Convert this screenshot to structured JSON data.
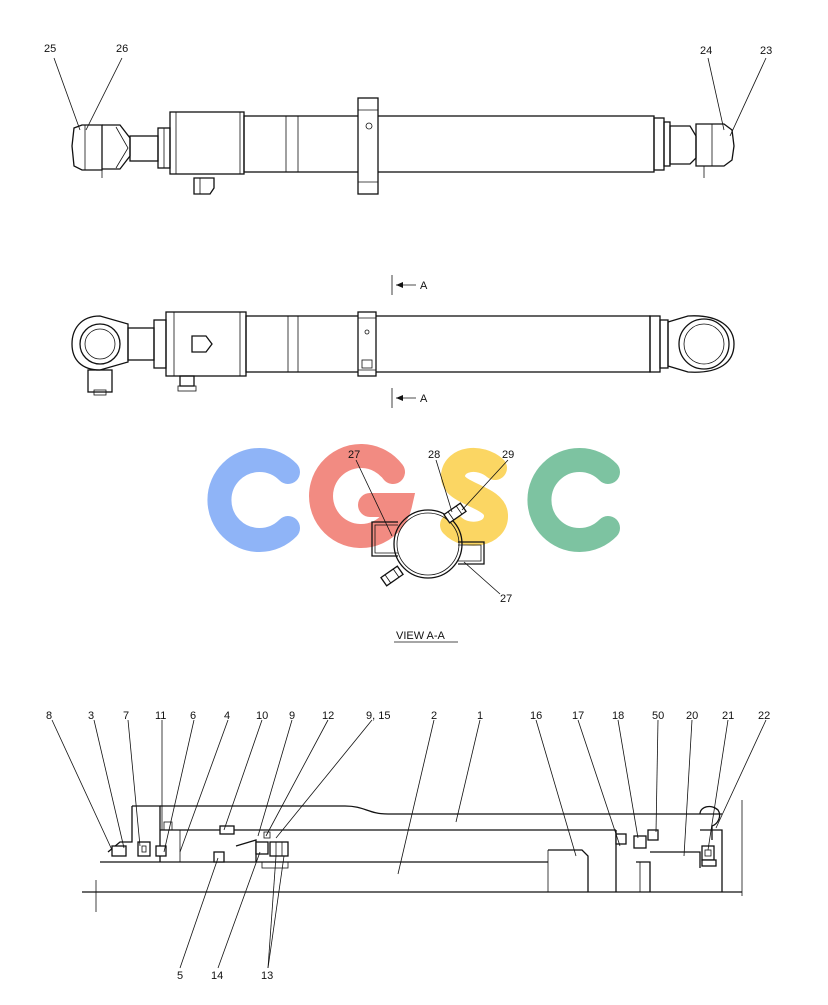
{
  "watermark": {
    "text": "CGSC",
    "letters": [
      {
        "char": "C",
        "color": "#8fb4f7"
      },
      {
        "char": "G",
        "color": "#f28b82"
      },
      {
        "char": "S",
        "color": "#fbd663"
      },
      {
        "char": "C",
        "color": "#7dc3a1"
      }
    ]
  },
  "top_view": {
    "callouts": [
      "25",
      "26",
      "24",
      "23"
    ]
  },
  "side_view": {
    "section_mark": "A",
    "section_mark_bottom": "A"
  },
  "section_view": {
    "title": "VIEW A-A",
    "callouts": [
      "27",
      "28",
      "29",
      "27"
    ]
  },
  "detail_view": {
    "callouts_top": [
      "8",
      "3",
      "7",
      "11",
      "6",
      "4",
      "10",
      "9",
      "12",
      "9, 15",
      "2",
      "1",
      "16",
      "17",
      "18",
      "50",
      "20",
      "21",
      "22"
    ],
    "callouts_bottom": [
      "5",
      "14",
      "13"
    ]
  }
}
